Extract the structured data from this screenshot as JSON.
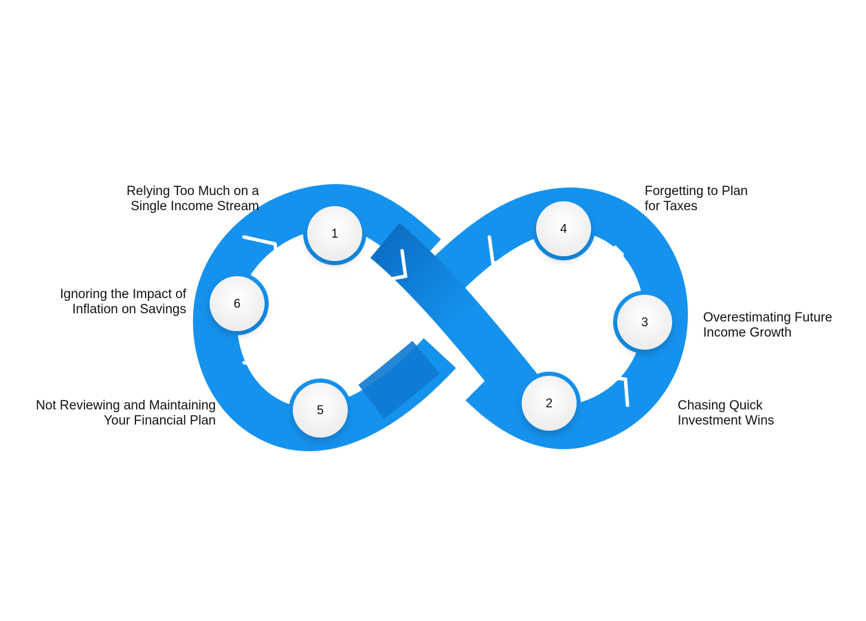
{
  "diagram": {
    "colors": {
      "band": "#1592ee",
      "band_dark": "#0b6fc4",
      "node_fill": "#f6f6f6",
      "node_ring": "#1592ee",
      "text": "#111111"
    },
    "steps": [
      {
        "number": "1",
        "text": "Relying Too Much on a\nSingle Income Stream"
      },
      {
        "number": "2",
        "text": "Chasing Quick\nInvestment Wins"
      },
      {
        "number": "3",
        "text": "Overestimating Future\nIncome Growth"
      },
      {
        "number": "4",
        "text": "Forgetting to Plan\nfor Taxes"
      },
      {
        "number": "5",
        "text": "Not Reviewing and Maintaining\nYour Financial Plan"
      },
      {
        "number": "6",
        "text": "Ignoring the Impact of\nInflation on Savings"
      }
    ]
  }
}
